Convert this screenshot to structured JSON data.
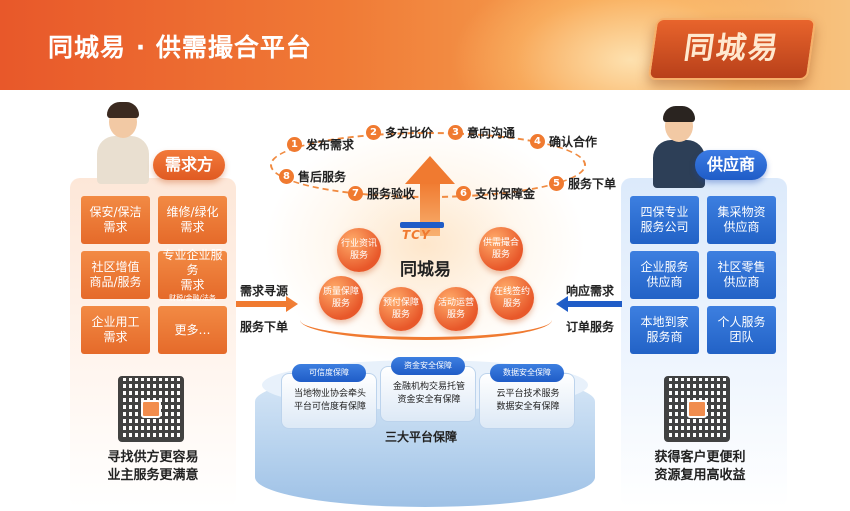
{
  "header": {
    "title": "同城易 · 供需撮合平台",
    "brand_graphic_text": "同城易"
  },
  "demand": {
    "title": "需求方",
    "tiles": [
      {
        "lines": [
          "保安/保洁",
          "需求"
        ]
      },
      {
        "lines": [
          "维修/绿化",
          "需求"
        ]
      },
      {
        "lines": [
          "社区增值",
          "商品/服务"
        ]
      },
      {
        "lines": [
          "专业企业服务",
          "需求"
        ],
        "small": "财税/金融/法务"
      },
      {
        "lines": [
          "企业用工",
          "需求"
        ]
      },
      {
        "lines": [
          "更多…"
        ]
      }
    ],
    "slogan_line1": "寻找供方更容易",
    "slogan_line2": "业主服务更满意",
    "flow_top": "需求寻源",
    "flow_bottom": "服务下单"
  },
  "supply": {
    "title": "供应商",
    "tiles": [
      {
        "lines": [
          "四保专业",
          "服务公司"
        ]
      },
      {
        "lines": [
          "集采物资",
          "供应商"
        ]
      },
      {
        "lines": [
          "企业服务",
          "供应商"
        ]
      },
      {
        "lines": [
          "社区零售",
          "供应商"
        ]
      },
      {
        "lines": [
          "本地到家",
          "服务商"
        ]
      },
      {
        "lines": [
          "个人服务",
          "团队"
        ]
      }
    ],
    "slogan_line1": "获得客户更便利",
    "slogan_line2": "资源复用高收益",
    "flow_top": "响应需求",
    "flow_bottom": "订单服务"
  },
  "process_steps": [
    {
      "n": "1",
      "label": "发布需求"
    },
    {
      "n": "2",
      "label": "多方比价"
    },
    {
      "n": "3",
      "label": "意向沟通"
    },
    {
      "n": "4",
      "label": "确认合作"
    },
    {
      "n": "5",
      "label": "服务下单"
    },
    {
      "n": "6",
      "label": "支付保障金"
    },
    {
      "n": "7",
      "label": "服务验收"
    },
    {
      "n": "8",
      "label": "售后服务"
    }
  ],
  "platform": {
    "logo_text": "TCY",
    "name": "同城易",
    "bubbles": [
      "行业资讯服务",
      "供需撮合服务",
      "质量保障服务",
      "预付保障服务",
      "活动运营服务",
      "在线签约服务"
    ]
  },
  "guarantees": {
    "title": "三大平台保障",
    "items": [
      {
        "tag": "可信度保障",
        "lines": [
          "当地物业协会牵头",
          "平台可信度有保障"
        ]
      },
      {
        "tag": "资金安全保障",
        "lines": [
          "金融机构交易托管",
          "资金安全有保障"
        ]
      },
      {
        "tag": "数据安全保障",
        "lines": [
          "云平台技术服务",
          "数据安全有保障"
        ]
      }
    ]
  },
  "colors": {
    "orange": "#f07a30",
    "blue": "#1f5cc7"
  }
}
